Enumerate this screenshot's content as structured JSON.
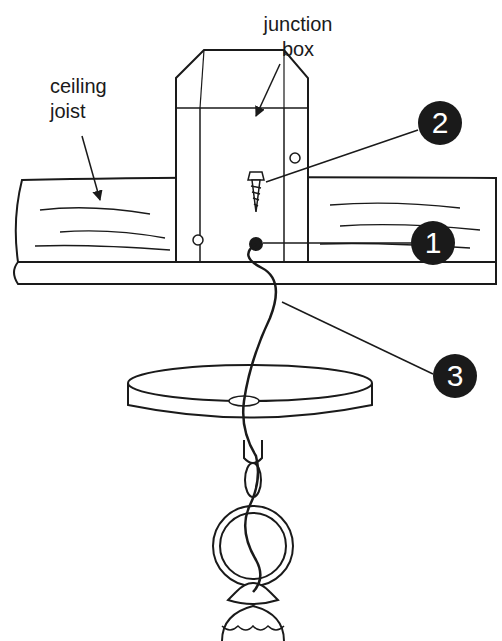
{
  "diagram": {
    "labels": [
      "junction box",
      "ceiling joist",
      "2",
      "1",
      "3"
    ]
  }
}
